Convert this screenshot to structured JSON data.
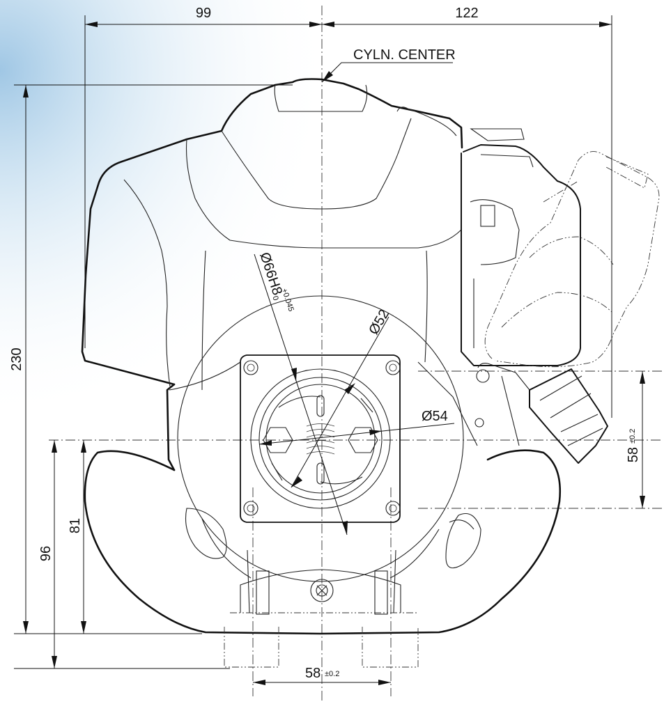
{
  "dimensions": {
    "left_width": "99",
    "right_width": "122",
    "cylinder_center_label": "CYLN. CENTER",
    "total_height": "230",
    "height_96": "96",
    "height_81": "81",
    "mount_spacing_vertical": "58",
    "mount_spacing_vertical_tol": "±0.2",
    "mount_spacing_horizontal": "58",
    "mount_spacing_horizontal_tol": "±0.2",
    "bore_diameter": "Ø66H8",
    "bore_tol_upper": "+0.045",
    "bore_tol_lower": "0",
    "diameter_52": "Ø52",
    "diameter_54": "Ø54"
  },
  "colors": {
    "background_accent": "#a9cce6",
    "line": "#111111"
  }
}
